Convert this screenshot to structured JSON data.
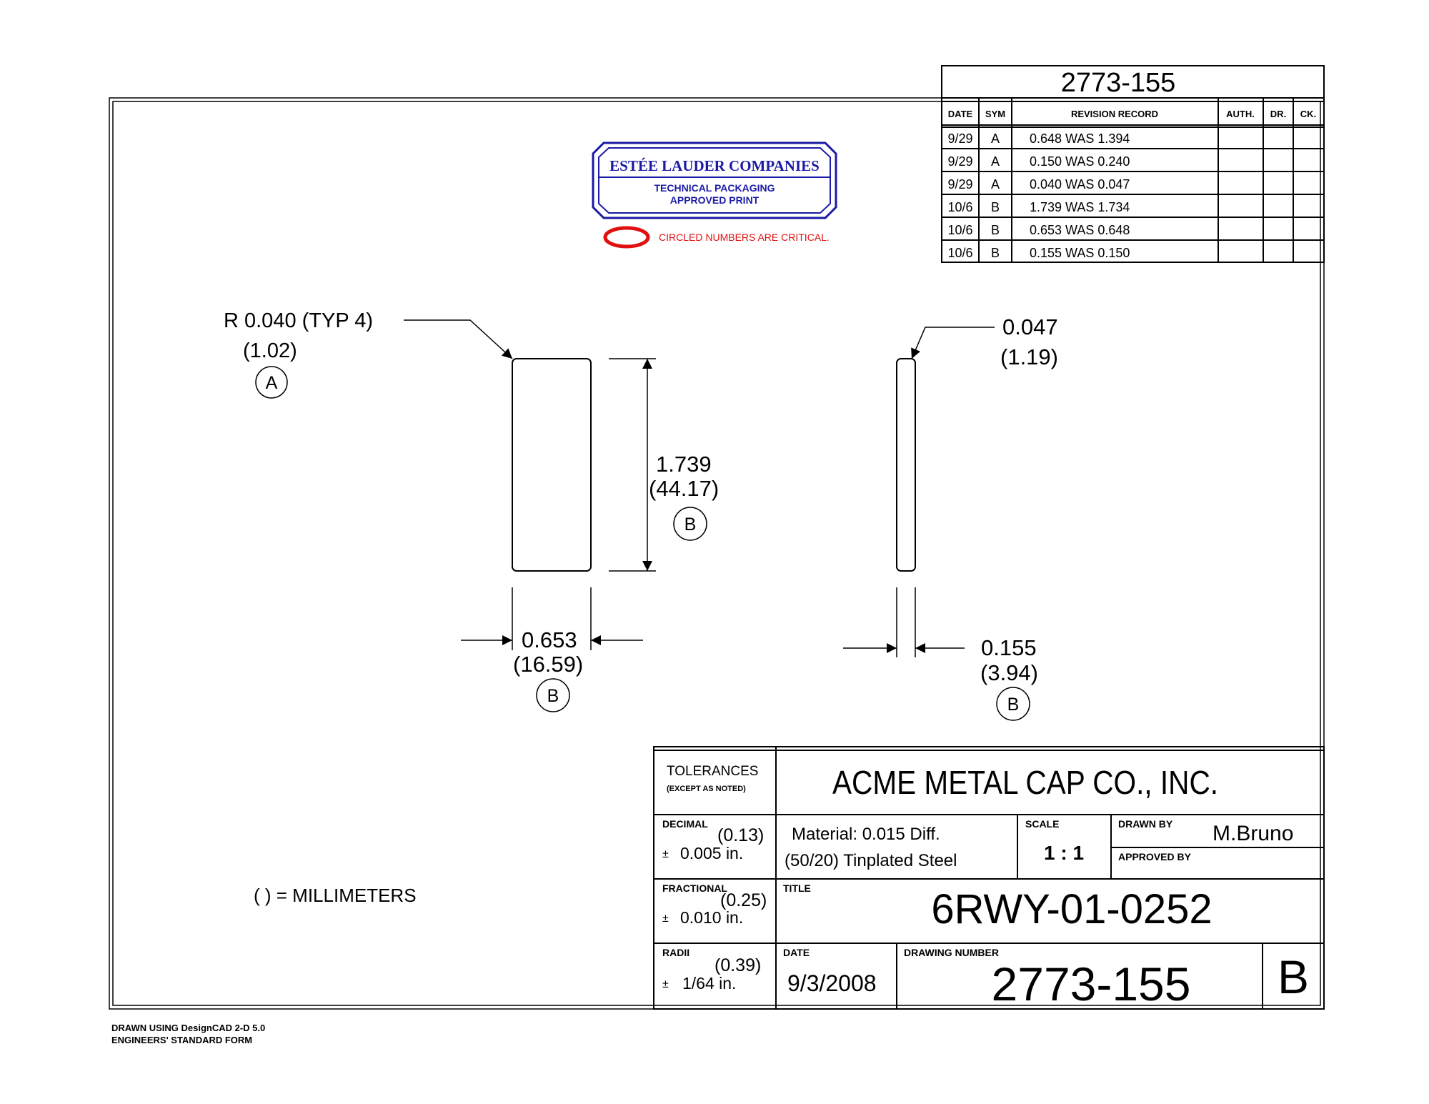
{
  "revision_block": {
    "drawing_number": "2773-155",
    "headers": {
      "date": "DATE",
      "sym": "SYM",
      "record": "REVISION RECORD",
      "auth": "AUTH.",
      "dr": "DR.",
      "ck": "CK."
    },
    "rows": [
      {
        "date": "9/29",
        "sym": "A",
        "record": "0.648 WAS 1.394"
      },
      {
        "date": "9/29",
        "sym": "A",
        "record": "0.150 WAS 0.240"
      },
      {
        "date": "9/29",
        "sym": "A",
        "record": "0.040 WAS 0.047"
      },
      {
        "date": "10/6",
        "sym": "B",
        "record": "1.739 WAS 1.734"
      },
      {
        "date": "10/6",
        "sym": "B",
        "record": "0.653 WAS 0.648"
      },
      {
        "date": "10/6",
        "sym": "B",
        "record": "0.155 WAS 0.150"
      }
    ]
  },
  "stamp": {
    "company": "ESTÉE LAUDER COMPANIES",
    "line1": "TECHNICAL PACKAGING",
    "line2": "APPROVED PRINT",
    "critical_note": "CIRCLED NUMBERS ARE CRITICAL.",
    "stamp_color": "#1a1aa6",
    "critical_color": "#e01010"
  },
  "dimensions": {
    "radius": {
      "inch": "R 0.040 (TYP 4)",
      "mm": "(1.02)",
      "tag": "A"
    },
    "height": {
      "inch": "1.739",
      "mm": "(44.17)",
      "tag": "B"
    },
    "width": {
      "inch": "0.653",
      "mm": "(16.59)",
      "tag": "B"
    },
    "edge": {
      "inch": "0.047",
      "mm": "(1.19)"
    },
    "thickness": {
      "inch": "0.155",
      "mm": "(3.94)",
      "tag": "B"
    }
  },
  "units_note": "( ) = MILLIMETERS",
  "title_block": {
    "tolerances_label": "TOLERANCES",
    "except_label": "(EXCEPT AS NOTED)",
    "company": "ACME METAL CAP CO., INC.",
    "decimal_label": "DECIMAL",
    "decimal_mm": "(0.13)",
    "decimal_pm": "±",
    "decimal_value": "0.005 in.",
    "fractional_label": "FRACTIONAL",
    "fractional_mm": "(0.25)",
    "fractional_pm": "±",
    "fractional_value": "0.010 in.",
    "radii_label": "RADII",
    "radii_mm": "(0.39)",
    "radii_pm": "±",
    "radii_value": "1/64 in.",
    "material_line1": "Material: 0.015 Diff.",
    "material_line2": "(50/20) Tinplated Steel",
    "scale_label": "SCALE",
    "scale_value": "1 : 1",
    "drawn_by_label": "DRAWN BY",
    "drawn_by": "M.Bruno",
    "approved_by_label": "APPROVED BY",
    "title_label": "TITLE",
    "title": "6RWY-01-0252",
    "date_label": "DATE",
    "date": "9/3/2008",
    "drawing_number_label": "DRAWING NUMBER",
    "drawing_number": "2773-155",
    "revision": "B"
  },
  "footer": {
    "line1": "DRAWN USING DesignCAD 2-D 5.0",
    "line2": "ENGINEERS' STANDARD FORM"
  }
}
